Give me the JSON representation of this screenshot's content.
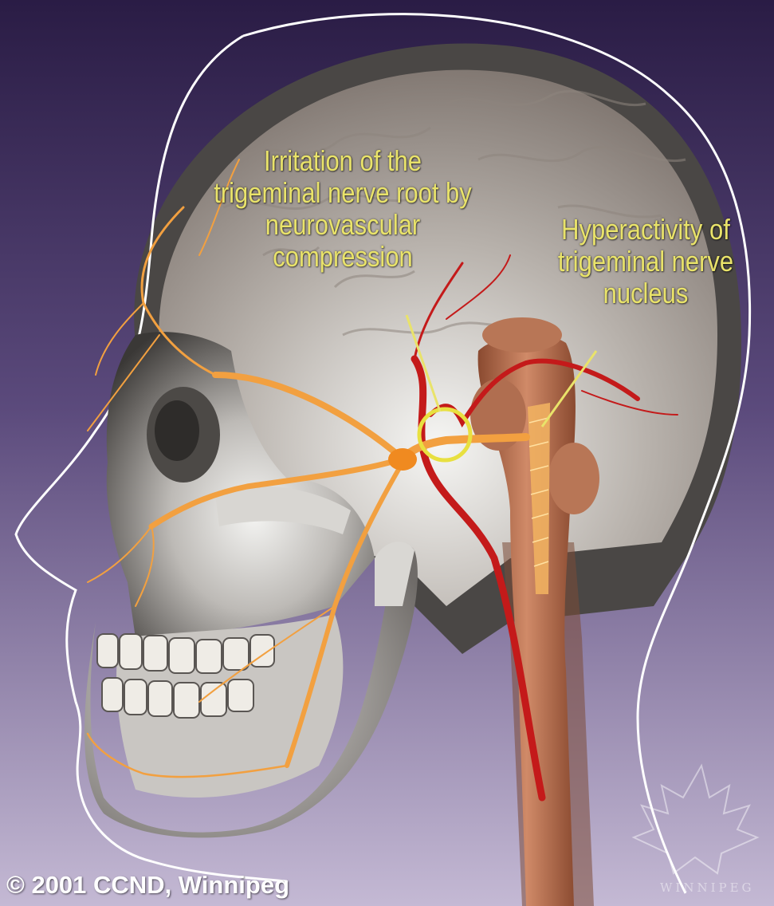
{
  "annotations": {
    "nerve_root": {
      "line1": "Irritation of the",
      "line2": "trigeminal nerve root by",
      "line3": "neurovascular",
      "line4": "compression"
    },
    "nucleus": {
      "line1": "Hyperactivity of",
      "line2": "trigeminal nerve",
      "line3": "nucleus"
    }
  },
  "credits": {
    "copyright": "© 2001 CCND, Winnipeg",
    "watermark": "WINNIPEG"
  },
  "colors": {
    "background_top": "#2a1c45",
    "background_bottom": "#bfb3d0",
    "label_text": "#e9e36a",
    "nerve": "#f2a040",
    "artery": "#c41a1a",
    "highlight_circle": "#e8e040"
  }
}
